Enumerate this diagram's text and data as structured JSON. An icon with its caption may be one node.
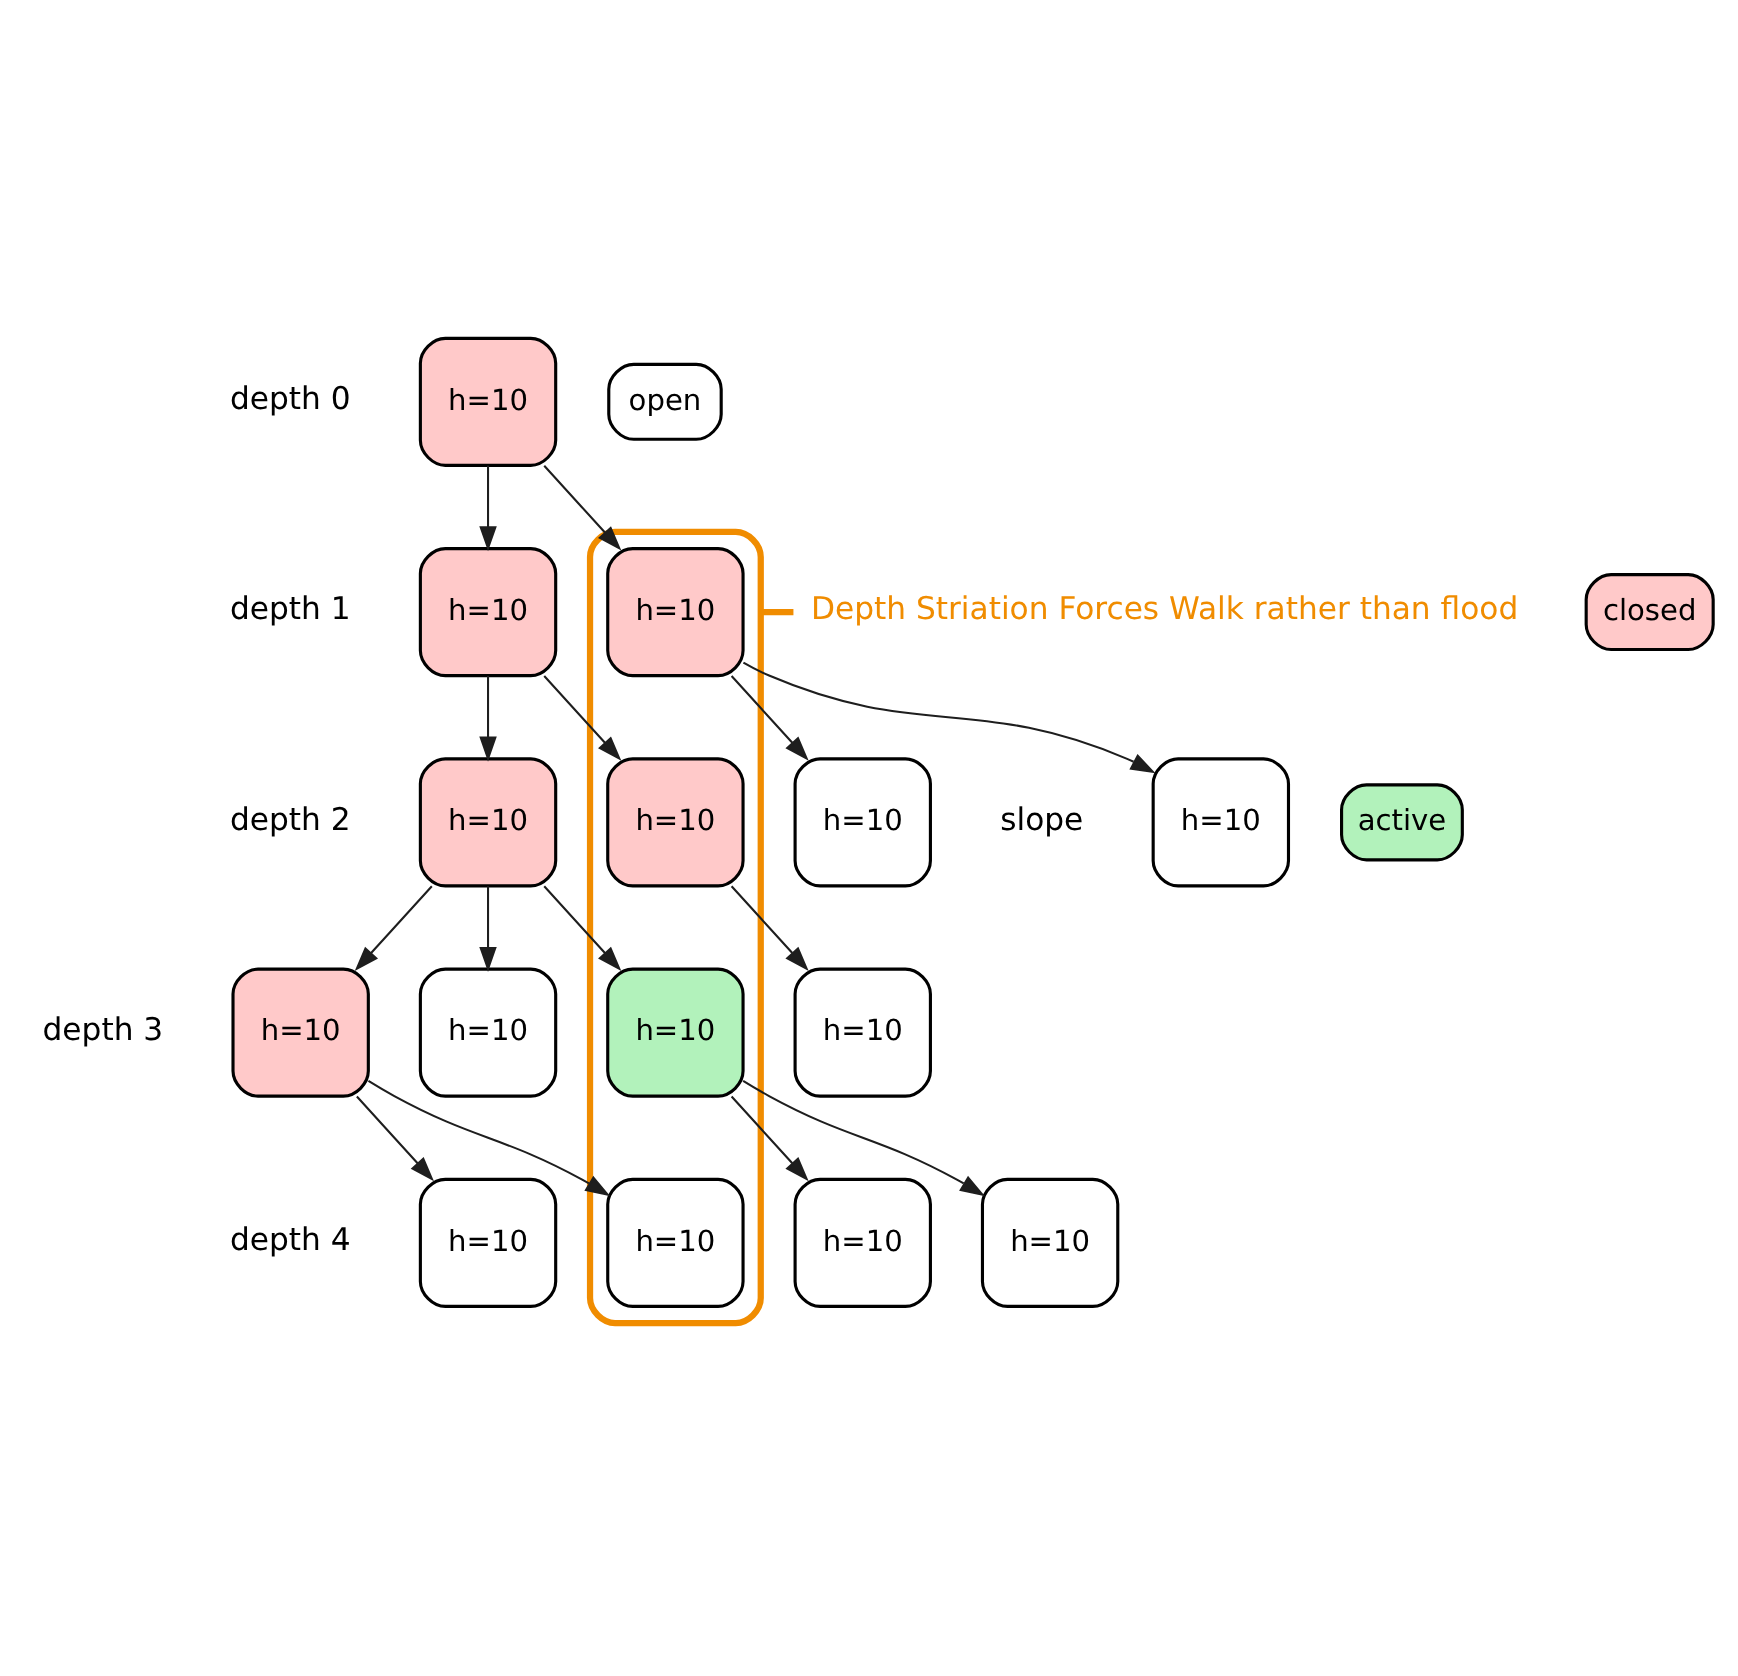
{
  "diagram": {
    "nodes": [
      {
        "text": [
          "h=10"
        ]
      },
      {
        "text": [],
        "shape": "box"
      },
      {
        "text": [
          "Depth Striation Forces Walk rather than flood"
        ]
      },
      {
        "text": [
          "h=10"
        ]
      },
      {
        "text": [
          "h=10"
        ],
        "in": 1
      },
      {
        "text": [
          "h=10"
        ]
      },
      {
        "text": [
          "h=10"
        ],
        "in": 1
      },
      {
        "text": [
          "h=10"
        ]
      },
      {
        "text": [
          "h=10"
        ]
      },
      {
        "text": [
          "h=10"
        ]
      },
      {
        "text": [
          "h=10"
        ],
        "in": 1
      },
      {
        "text": [
          "h=10"
        ]
      },
      {
        "text": [
          "h=10"
        ]
      },
      {
        "text": [
          "h=10"
        ]
      },
      {
        "text": [
          "h=10"
        ],
        "in": 1
      },
      {
        "text": [
          "h=10"
        ]
      },
      {
        "text": [
          "h=10"
        ]
      }
    ],
    "edges": [
      {
        "from": 0,
        "to": 3,
        "arrow": "to"
      },
      {
        "from": 0,
        "to": 4,
        "arrow": "to"
      },
      {
        "from": 3,
        "to": 5,
        "arrow": "to"
      },
      {
        "from": 3,
        "to": 6,
        "arrow": "to"
      },
      {
        "from": 4,
        "to": 7,
        "arrow": "to"
      },
      {
        "from": 4,
        "to": 8,
        "arrow": "to"
      },
      {
        "from": 5,
        "to": 9,
        "arrow": "to"
      },
      {
        "from": 5,
        "to": 10,
        "arrow": "to"
      },
      {
        "from": 5,
        "to": 11,
        "arrow": "to"
      },
      {
        "from": 6,
        "to": 12,
        "arrow": "to"
      },
      {
        "from": 9,
        "to": 13,
        "arrow": "to"
      },
      {
        "from": 9,
        "to": 14,
        "arrow": "to"
      },
      {
        "from": 10,
        "to": 15,
        "arrow": "to"
      },
      {
        "from": 10,
        "to": 16,
        "arrow": "to"
      },
      {
        "from": 2,
        "to": 1,
        "arrow": "none",
        "style": "thick",
        "color": "#f08c00"
      }
    ],
    "labels": [
      "depth 0",
      "depth 1",
      "depth 2",
      "depth 3",
      "depth 4",
      "slope"
    ],
    "legend": [
      {
        "text": "open",
        "color": "#ffffff"
      },
      {
        "text": "closed",
        "color": "#ffc9c9"
      },
      {
        "text": "active",
        "color": "#b2f2bb"
      }
    ]
  }
}
